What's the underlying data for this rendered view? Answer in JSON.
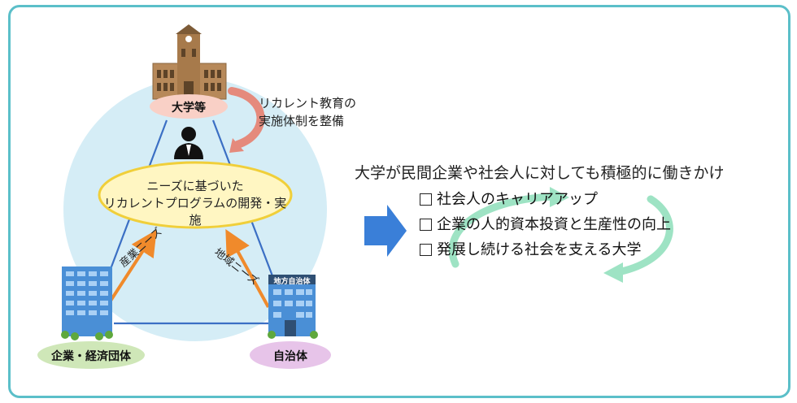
{
  "nodes": {
    "university": "大学等",
    "companies": "企業・経済団体",
    "local_government": "自治体",
    "local_gov_sign": "地方自治体"
  },
  "center_program": {
    "line1": "ニーズに基づいた",
    "line2": "リカレントプログラムの開発・実施"
  },
  "university_note": {
    "line1": "リカレント教育の",
    "line2": "実施体制を整備"
  },
  "needs": {
    "industry": "産業ニーズ",
    "regional": "地域ニーズ"
  },
  "outcome": {
    "heading": "大学が民間企業や社会人に対しても積極的に働きかけ",
    "items": [
      "社会人のキャリアアップ",
      "企業の人的資本投資と生産性の向上",
      "発展し続ける社会を支える大学"
    ]
  },
  "colors": {
    "frame_border": "#5bbfc9",
    "circle_fill": "#d5edf6",
    "ellipse_fill": "#fff6c2",
    "ellipse_stroke": "#f0cf3a",
    "university_bubble": "#f9d0c6",
    "companies_bubble": "#cfe7b8",
    "local_gov_bubble": "#e7c4e9",
    "needs_arrow": "#f08a2b",
    "flow_arrow": "#3a7fd8",
    "cycle_arrows": "#9ee3c4",
    "curved_arrow": "#e58a7c"
  }
}
